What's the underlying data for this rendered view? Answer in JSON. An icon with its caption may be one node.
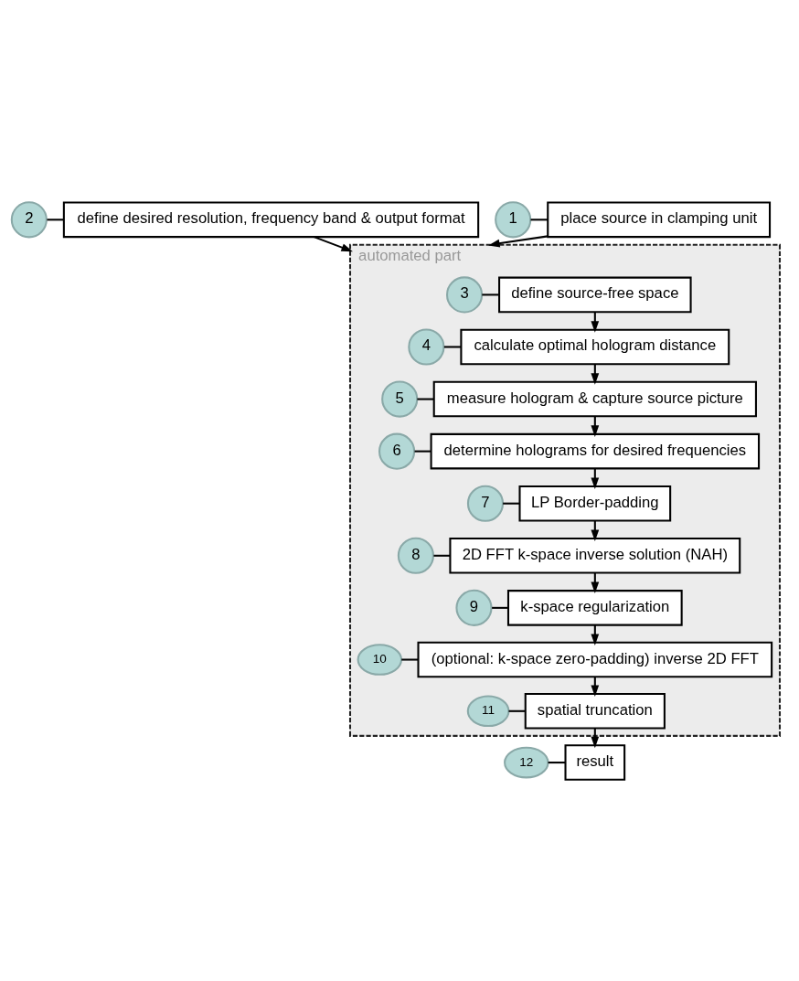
{
  "diagram": {
    "nodes": [
      {
        "text": [
          "place source in clamping unit"
        ]
      },
      {
        "text": [
          "1"
        ]
      },
      {
        "text": [
          "2"
        ]
      },
      {
        "text": [
          "define desired resolution, frequency band & output format"
        ]
      },
      {
        "text": [
          "automated part"
        ]
      },
      {
        "text": [
          "3"
        ],
        "in": 4
      },
      {
        "text": [
          "define source-free space"
        ],
        "in": 4
      },
      {
        "text": [
          "4"
        ],
        "in": 4
      },
      {
        "text": [
          "calculate optimal hologram distance"
        ],
        "in": 4
      },
      {
        "text": [
          "5"
        ],
        "in": 4
      },
      {
        "text": [
          "measure hologram & capture source picture"
        ],
        "in": 4
      },
      {
        "text": [
          "6"
        ],
        "in": 4
      },
      {
        "text": [
          "determine holograms for desired frequencies"
        ],
        "in": 4
      },
      {
        "text": [
          "7"
        ],
        "in": 4
      },
      {
        "text": [
          "LP Border-padding"
        ],
        "in": 4
      },
      {
        "text": [
          "8"
        ],
        "in": 4
      },
      {
        "text": [
          "2D FFT k-space inverse solution (NAH)"
        ],
        "in": 4
      },
      {
        "text": [
          "9"
        ],
        "in": 4
      },
      {
        "text": [
          "k-space regularization"
        ],
        "in": 4
      },
      {
        "text": [
          "10"
        ],
        "in": 4
      },
      {
        "text": [
          "(optional: k-space zero-padding) inverse 2D FFT"
        ],
        "in": 4
      },
      {
        "text": [
          "11"
        ],
        "in": 4
      },
      {
        "text": [
          "spatial truncation"
        ],
        "in": 4
      },
      {
        "text": [
          "12"
        ]
      },
      {
        "text": [
          "result"
        ]
      }
    ],
    "edges": [
      {
        "from": 1,
        "to": 0,
        "arrow": "none"
      },
      {
        "from": 2,
        "to": 3,
        "arrow": "none"
      },
      {
        "from": 0,
        "to": 4,
        "arrow": "to"
      },
      {
        "from": 3,
        "to": 4,
        "arrow": "to"
      },
      {
        "from": 5,
        "to": 6,
        "arrow": "none"
      },
      {
        "from": 6,
        "to": 8,
        "arrow": "to"
      },
      {
        "from": 7,
        "to": 8,
        "arrow": "none"
      },
      {
        "from": 8,
        "to": 10,
        "arrow": "to"
      },
      {
        "from": 9,
        "to": 10,
        "arrow": "none"
      },
      {
        "from": 10,
        "to": 12,
        "arrow": "to"
      },
      {
        "from": 11,
        "to": 12,
        "arrow": "none"
      },
      {
        "from": 12,
        "to": 14,
        "arrow": "to"
      },
      {
        "from": 13,
        "to": 14,
        "arrow": "none"
      },
      {
        "from": 14,
        "to": 16,
        "arrow": "to"
      },
      {
        "from": 15,
        "to": 16,
        "arrow": "none"
      },
      {
        "from": 16,
        "to": 18,
        "arrow": "to"
      },
      {
        "from": 17,
        "to": 18,
        "arrow": "none"
      },
      {
        "from": 18,
        "to": 20,
        "arrow": "to"
      },
      {
        "from": 19,
        "to": 20,
        "arrow": "none"
      },
      {
        "from": 20,
        "to": 22,
        "arrow": "to"
      },
      {
        "from": 21,
        "to": 22,
        "arrow": "none"
      },
      {
        "from": 22,
        "to": 24,
        "arrow": "to"
      },
      {
        "from": 23,
        "to": 24,
        "arrow": "none"
      }
    ]
  }
}
